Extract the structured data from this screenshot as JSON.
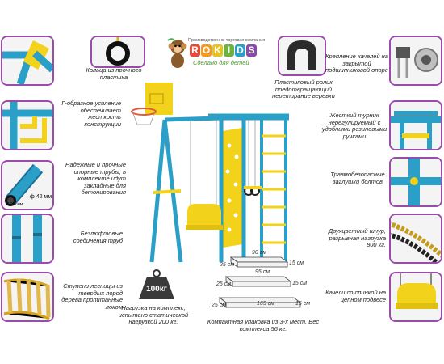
{
  "brand": {
    "company_line": "Производственно-торговая компания",
    "letters": [
      "R",
      "O",
      "K",
      "I",
      "D",
      "S"
    ],
    "tagline": "Сделано для детей"
  },
  "captions": {
    "rings": "Кольца из прочного пластика",
    "corner": "Г-образное усиление обеспечивает жесткость конструкции",
    "pipes": "Надежные и прочные опорные трубы, в комплекте идут закладные для бетонирования",
    "threadless": "Безлюфтовые соединения труб",
    "ladder": "Ступени лесницы из твердых пород дерева пропитанные локом",
    "roller": "Пластиковый ролик предотвращающий перетирание веревки",
    "swing_mount": "Крепление качелей на закрытой подшипниковой опоре",
    "bar": "Жесткий турник нерегулируемый с удобными резиновыми ручками",
    "caps": "Травмобезопасные заглушки болтов",
    "rope": "Двухцветный шнур, разрывная нагрузка 800 кг.",
    "seat": "Качели со спинкой на цепном подвесе",
    "load": "Нагрузка на комплекс, испытано статической нагрузкой 200 кг.",
    "packaging": "Компактная упаковка из 3-х мест. Вес комплекса 56 кг."
  },
  "labels": {
    "pipe_diameter": "ф 42 мм",
    "wall_thickness": "1,5 мм",
    "weight": "100кг"
  },
  "boxes": [
    {
      "length": "90 см",
      "width": "25 см",
      "height": "15 см"
    },
    {
      "length": "95 см",
      "width": "25 см",
      "height": "15 см"
    },
    {
      "length": "165 см",
      "width": "25 см",
      "height": "15 см"
    }
  ],
  "colors": {
    "frame_blue": "#2a9fc8",
    "accent_yellow": "#f2d21a",
    "card_border": "#9a4da8"
  }
}
